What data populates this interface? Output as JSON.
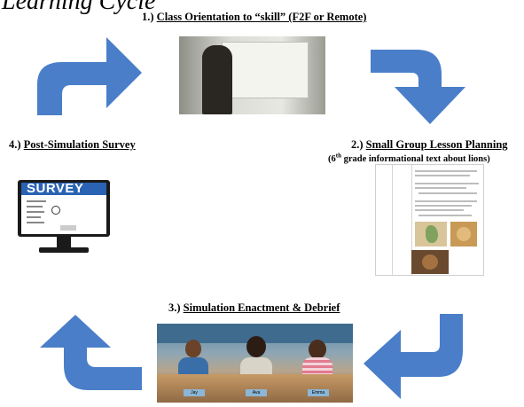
{
  "title": "Learning Cycle",
  "steps": [
    {
      "number": "1.)",
      "label": "Class Orientation to “skill” (F2F or Remote)"
    },
    {
      "number": "2.)",
      "label": "Small Group Lesson Planning",
      "subtitle": "(6th grade informational text about lions)",
      "sub_sup": "th"
    },
    {
      "number": "3.)",
      "label": "Simulation Enactment & Debrief"
    },
    {
      "number": "4.)",
      "label": "Post-Simulation Survey"
    }
  ],
  "survey": {
    "header": "SURVEY"
  },
  "sim_names": [
    "Jay",
    "Ava",
    "Emma"
  ],
  "colors": {
    "arrow": "#4a7ec9",
    "survey_blue": "#2a63b3"
  }
}
